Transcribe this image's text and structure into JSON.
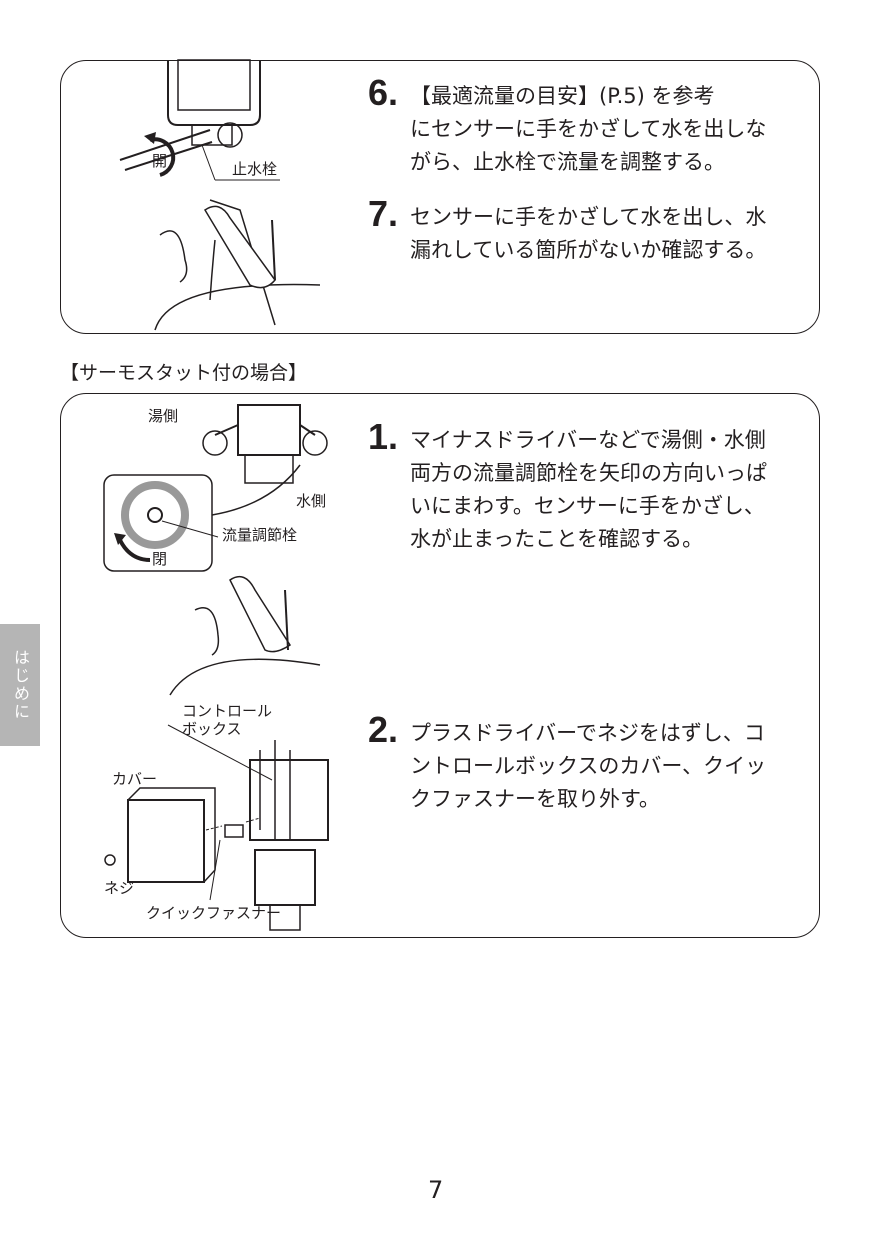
{
  "box1": {
    "steps": [
      {
        "number": "6.",
        "lines": [
          "【最適流量の目安】(P.5) を参考",
          "にセンサーに手をかざして水を出しな",
          "がら、止水栓で流量を調整する。"
        ]
      },
      {
        "number": "7.",
        "lines": [
          "センサーに手をかざして水を出し、水",
          "漏れしている箇所がないか確認する。"
        ]
      }
    ],
    "labels": {
      "stop_valve": "止水栓",
      "open": "開"
    }
  },
  "section_heading": "【サーモスタット付の場合】",
  "box2": {
    "steps": [
      {
        "number": "1.",
        "lines": [
          "マイナスドライバーなどで湯側・水側",
          "両方の流量調節栓を矢印の方向いっぱ",
          "いにまわす。センサーに手をかざし、",
          "水が止まったことを確認する。"
        ]
      },
      {
        "number": "2.",
        "lines": [
          "プラスドライバーでネジをはずし、コ",
          "ントロールボックスのカバー、クイッ",
          "クファスナーを取り外す。"
        ]
      }
    ],
    "labels": {
      "hot_side": "湯側",
      "cold_side": "水側",
      "flow_valve": "流量調節栓",
      "close": "閉",
      "control_box_1": "コントロール",
      "control_box_2": "ボックス",
      "cover": "カバー",
      "screw": "ネジ",
      "quick_fastener": "クイックファスナー"
    }
  },
  "side_tab": "はじめに",
  "page_number": "7"
}
